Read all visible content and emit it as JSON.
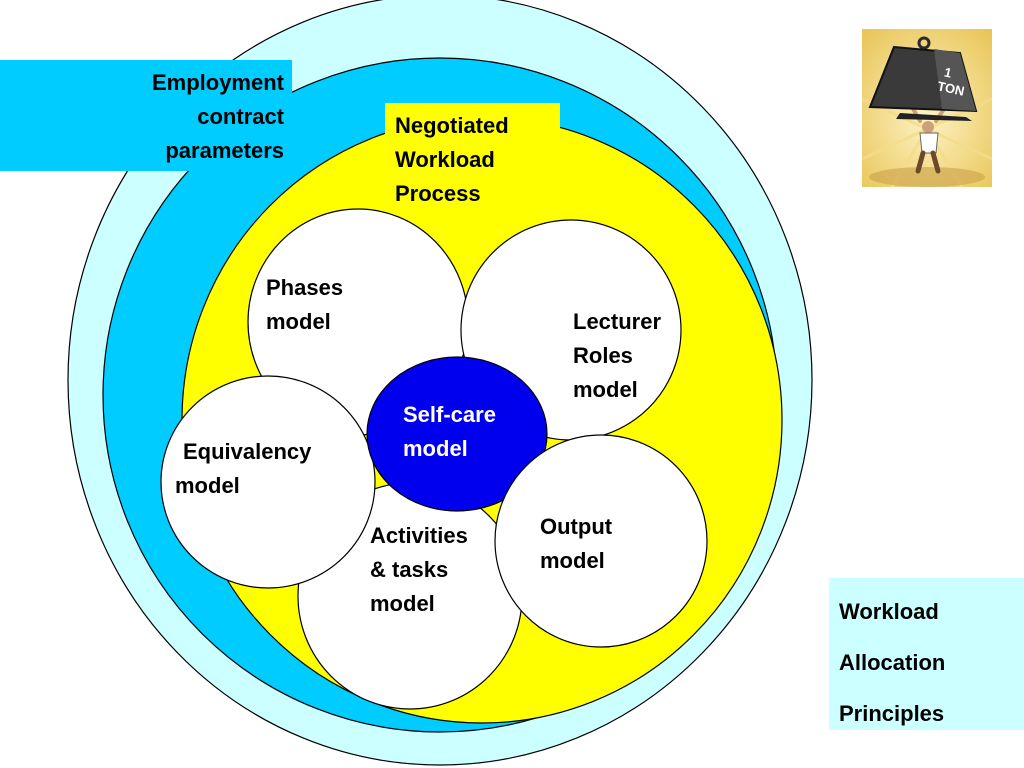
{
  "colors": {
    "outer_ring": "#ccffff",
    "middle_ring": "#00ccff",
    "inner_area": "#ffff00",
    "model_circle": "#ffffff",
    "center_circle": "#0000ee",
    "outline": "#000000"
  },
  "labels": {
    "employment": [
      "Employment",
      "contract",
      "parameters"
    ],
    "negotiated": [
      "Negotiated",
      "Workload",
      "Process"
    ],
    "allocation": [
      "Workload",
      "Allocation",
      "Principles"
    ]
  },
  "models": {
    "phases": [
      "Phases",
      "model"
    ],
    "lecturer_roles": [
      "Lecturer",
      "Roles",
      "model"
    ],
    "self_care": [
      "Self-care",
      "model"
    ],
    "equivalency": [
      "Equivalency",
      "model"
    ],
    "activities": [
      "Activities",
      "& tasks",
      "model"
    ],
    "output": [
      "Output",
      "model"
    ]
  },
  "image": {
    "icon": "weight-lifter-icon",
    "weight_text": [
      "1",
      "TON"
    ]
  }
}
